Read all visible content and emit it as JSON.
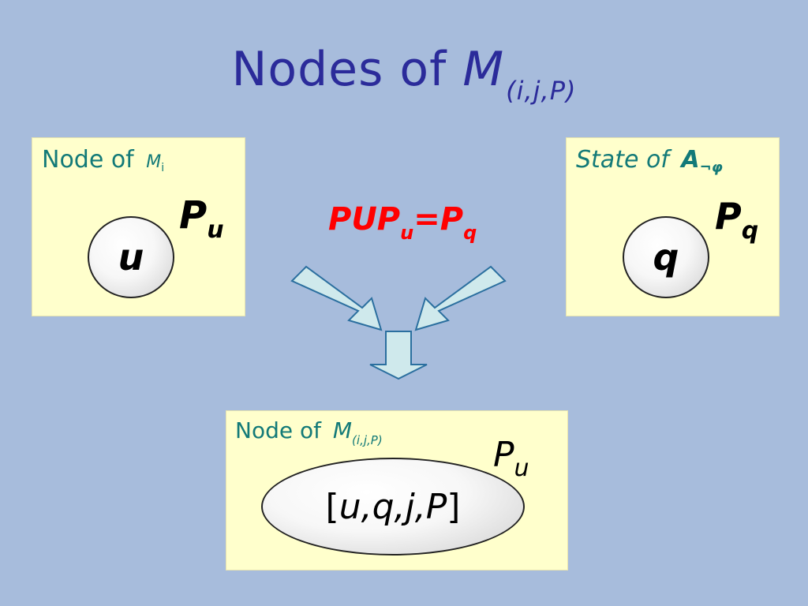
{
  "title": {
    "main": "Nodes of ",
    "symbol": "M",
    "subscript": "(i,j,P)"
  },
  "left_box": {
    "label": "Node of ",
    "label_symbol": "M",
    "label_subscript": "i",
    "node": "u",
    "p_label": "P",
    "p_subscript": "u"
  },
  "right_box": {
    "label": "State of ",
    "label_symbol": "A",
    "label_subscript": "¬φ",
    "node": "q",
    "p_label": "P",
    "p_subscript": "q"
  },
  "formula": {
    "part1": "PUP",
    "sub1": "u",
    "part2": "=P",
    "sub2": "q"
  },
  "bottom_box": {
    "label": "Node of ",
    "label_symbol": "M",
    "label_subscript": "(i,j,P)",
    "node_open": "[",
    "node_inner": "u,q,j,P",
    "node_close": "]",
    "p_label": "P",
    "p_subscript": "u"
  },
  "colors": {
    "background": "#a7bcdc",
    "box_fill": "#ffffcc",
    "title_text": "#2b2b9a",
    "label_text": "#137a78",
    "formula_text": "#ff0000",
    "arrow_fill": "#cfe9ec"
  }
}
